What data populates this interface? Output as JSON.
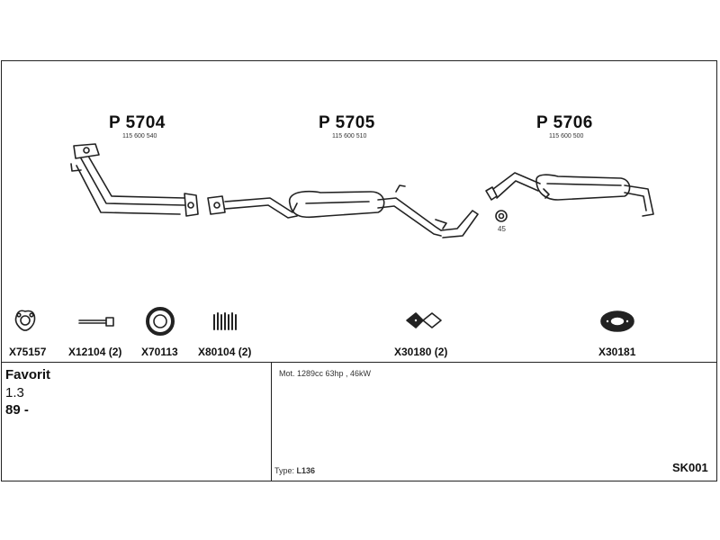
{
  "parts": [
    {
      "label": "P 5704",
      "code": "115 600 540"
    },
    {
      "label": "P 5705",
      "code": "115 600 510"
    },
    {
      "label": "P 5706",
      "code": "115 600 500"
    }
  ],
  "clamp_note": "45",
  "accessories": [
    {
      "label": "X75157",
      "icon": "flange-gasket-icon"
    },
    {
      "label": "X12104 (2)",
      "icon": "bolt-icon"
    },
    {
      "label": "X70113",
      "icon": "ring-gasket-icon"
    },
    {
      "label": "X80104 (2)",
      "icon": "spring-icon"
    },
    {
      "label": "X30180 (2)",
      "icon": "rubber-hanger-icon"
    },
    {
      "label": "X30181",
      "icon": "rubber-mount-icon"
    }
  ],
  "vehicle": {
    "model": "Favorit",
    "engine": "1.3",
    "year": "89 -"
  },
  "motor": "Mot. 1289cc 63hp , 46kW",
  "type": {
    "label": "Type:",
    "value": "L136"
  },
  "ref": "SK001"
}
